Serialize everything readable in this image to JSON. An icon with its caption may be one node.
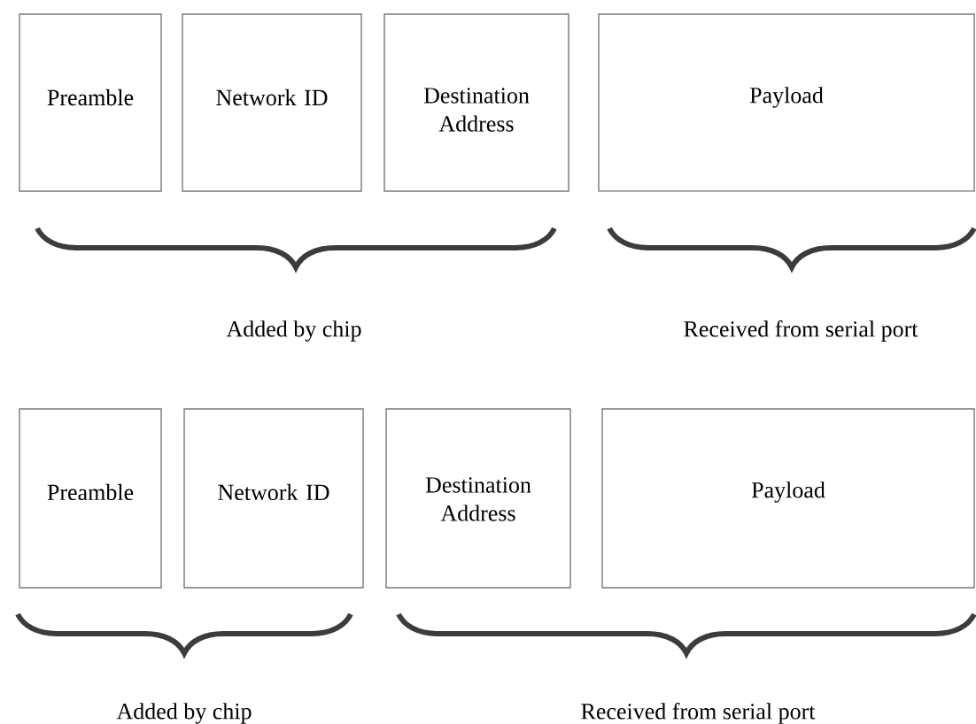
{
  "diagram": {
    "nodes": [
      {
        "text": [
          "Preamble"
        ]
      },
      {
        "text": [
          "Network ID"
        ]
      },
      {
        "text": [
          "Destination Address"
        ]
      },
      {
        "text": [
          "Payload"
        ]
      },
      {
        "text": [
          "Preamble"
        ]
      },
      {
        "text": [
          "Network ID"
        ]
      },
      {
        "text": [
          "Destination Address"
        ]
      },
      {
        "text": [
          "Payload"
        ]
      }
    ],
    "labels": [
      "Added by chip",
      "Received from serial port",
      "Added by chip",
      "Received from serial port"
    ]
  }
}
